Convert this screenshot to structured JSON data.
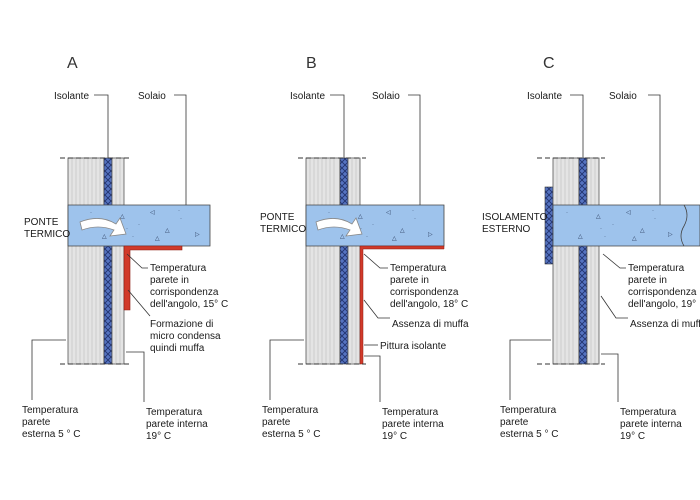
{
  "colors": {
    "wall": "#e4e4e4",
    "wall_lines": "#b9b9b9",
    "insulation": "#5573c0",
    "slab": "#9ec3ec",
    "mould": "#d13a2a",
    "outline": "#444444"
  },
  "panels": [
    {
      "letter": "A",
      "isolante": "Isolante",
      "solaio": "Solaio",
      "side_label": [
        "PONTE",
        "TERMICO"
      ],
      "corner_temp": [
        "Temperatura",
        "parete in",
        "corrispondenza",
        "dell'angolo, 15° C"
      ],
      "note": [
        "Formazione di",
        "micro condensa",
        "quindi muffa"
      ],
      "ext_temp": [
        "Temperatura",
        "parete",
        "esterna 5 ° C"
      ],
      "int_temp": [
        "Temperatura",
        "parete interna",
        "19° C"
      ]
    },
    {
      "letter": "B",
      "isolante": "Isolante",
      "solaio": "Solaio",
      "side_label": [
        "PONTE",
        "TERMICO"
      ],
      "corner_temp": [
        "Temperatura",
        "parete in",
        "corrispondenza",
        "dell'angolo, 18° C"
      ],
      "note": [
        "Assenza di muffa"
      ],
      "paint": "Pittura isolante",
      "ext_temp": [
        "Temperatura",
        "parete",
        "esterna 5 ° C"
      ],
      "int_temp": [
        "Temperatura",
        "parete interna",
        "19° C"
      ]
    },
    {
      "letter": "C",
      "isolante": "Isolante",
      "solaio": "Solaio",
      "side_label": [
        "ISOLAMENTO",
        "ESTERNO"
      ],
      "corner_temp": [
        "Temperatura",
        "parete in",
        "corrispondenza",
        "dell'angolo, 19°"
      ],
      "note": [
        "Assenza di muffa"
      ],
      "ext_temp": [
        "Temperatura",
        "parete",
        "esterna 5 ° C"
      ],
      "int_temp": [
        "Temperatura",
        "parete interna",
        "19° C"
      ]
    }
  ]
}
